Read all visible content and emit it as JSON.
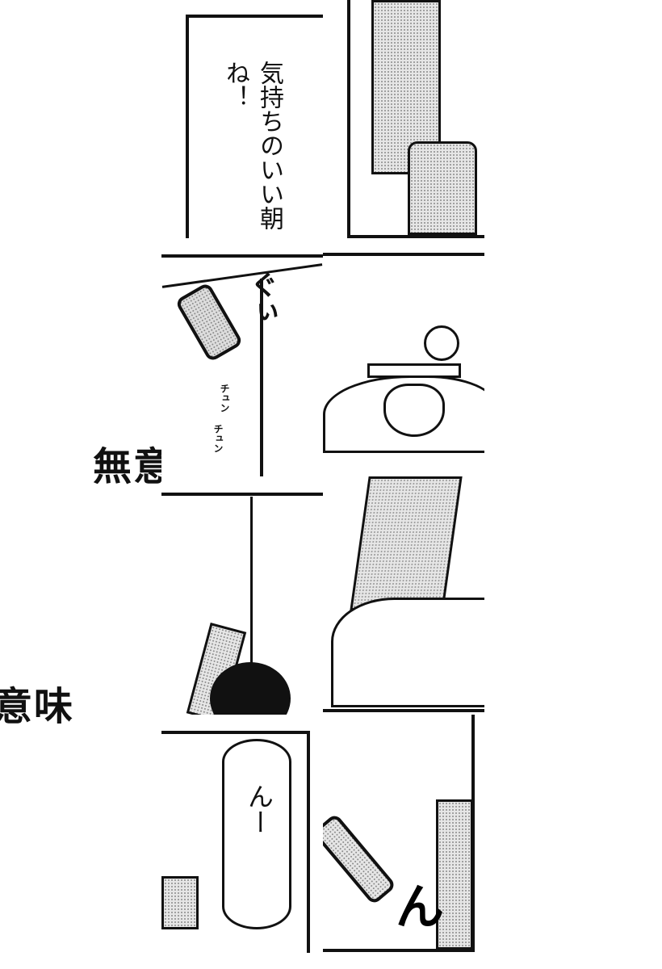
{
  "panels": {
    "speech_1": "気持ちのいい朝ね！",
    "sfx_gui": "ぐぃ",
    "sfx_chun_1": "チュン",
    "sfx_chun_2": "チュン",
    "speech_2": "んー",
    "sfx_n": "ん"
  },
  "caption_fragments": {
    "left_top": "無意",
    "left_bottom": "意味"
  }
}
